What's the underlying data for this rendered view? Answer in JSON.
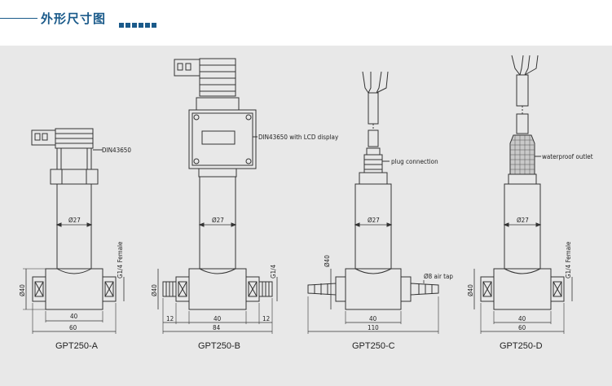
{
  "header": {
    "title": "外形尺寸图"
  },
  "drawings": [
    {
      "model": "GPT250-A",
      "connector_label": "DIN43650",
      "tube_dim": "Ø27",
      "body_dim": "Ø40",
      "port_label": "G1/4 Female",
      "dims": [
        "40",
        "60"
      ]
    },
    {
      "model": "GPT250-B",
      "connector_label": "DIN43650 with LCD display",
      "tube_dim": "Ø27",
      "body_dim": "Ø40",
      "port_label": "G1/4",
      "dims": [
        "12",
        "40",
        "12",
        "84"
      ]
    },
    {
      "model": "GPT250-C",
      "connector_label": "plug connection",
      "tube_dim": "Ø27",
      "body_dim": "Ø40",
      "port_label": "Ø8 air tap",
      "dims": [
        "40",
        "110"
      ]
    },
    {
      "model": "GPT250-D",
      "connector_label": "waterproof outlet",
      "tube_dim": "Ø27",
      "body_dim": "Ø40",
      "port_label": "G1/4 Female",
      "dims": [
        "40",
        "60"
      ]
    }
  ]
}
